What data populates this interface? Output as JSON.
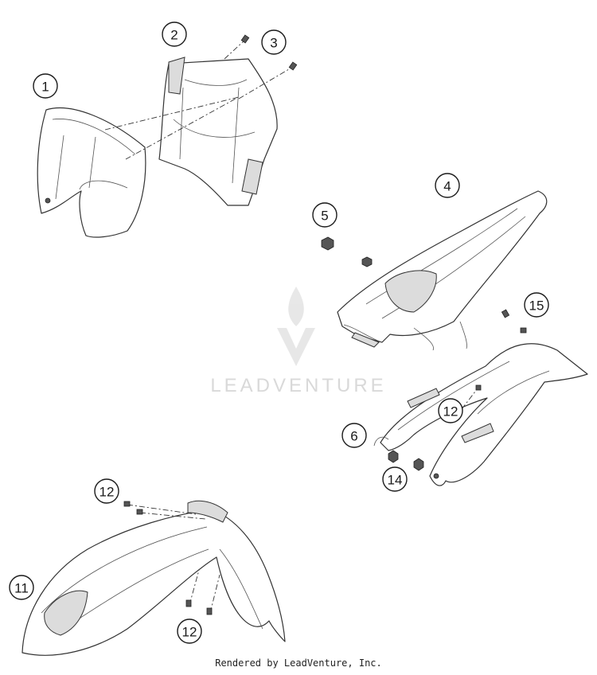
{
  "callouts": [
    "1",
    "2",
    "3",
    "4",
    "5",
    "15",
    "12",
    "6",
    "14",
    "12",
    "11",
    "12"
  ],
  "watermark": "LEADVENTURE",
  "footer": "Rendered by LeadVenture, Inc.",
  "colors": {
    "line": "#333333",
    "watermark": "#d9d9d9",
    "background": "#ffffff"
  }
}
